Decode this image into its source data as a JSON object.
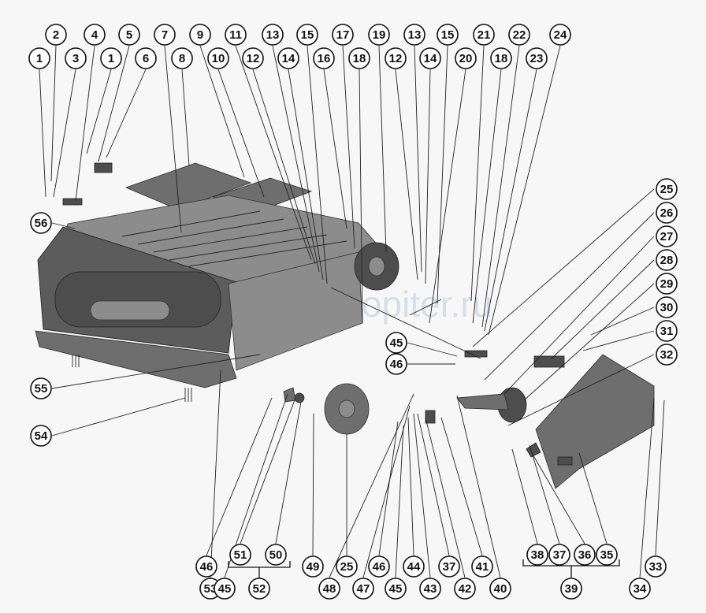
{
  "watermark": "autopiter.ru",
  "colors": {
    "background": "#f7f7f7",
    "metal_dark": "#4d4d4d",
    "metal_light": "#8c8c8c",
    "outline": "#111111"
  },
  "callouts": {
    "top_row": [
      "1",
      "2",
      "3",
      "4",
      "1",
      "5",
      "6",
      "7",
      "8",
      "9",
      "10",
      "11",
      "12",
      "13",
      "14",
      "15",
      "16",
      "17",
      "18",
      "19",
      "12",
      "13",
      "14",
      "15",
      "20",
      "21",
      "18",
      "22",
      "23",
      "24"
    ],
    "right_column": [
      "25",
      "26",
      "27",
      "28",
      "29",
      "30",
      "31",
      "32"
    ],
    "bottom_row": [
      "53",
      "46",
      "45",
      "51",
      "50",
      "52",
      "49",
      "25",
      "48",
      "46",
      "47",
      "45",
      "44",
      "43",
      "37",
      "42",
      "41",
      "40",
      "38",
      "37",
      "36",
      "35",
      "39",
      "33",
      "34"
    ],
    "left_side": [
      "56",
      "55",
      "54"
    ],
    "middle": [
      "45",
      "46"
    ]
  },
  "groups": {
    "group_52": {
      "label": "52",
      "members": [
        "51",
        "50"
      ]
    },
    "group_39": {
      "label": "39",
      "members": [
        "38",
        "37",
        "36",
        "35"
      ]
    }
  }
}
